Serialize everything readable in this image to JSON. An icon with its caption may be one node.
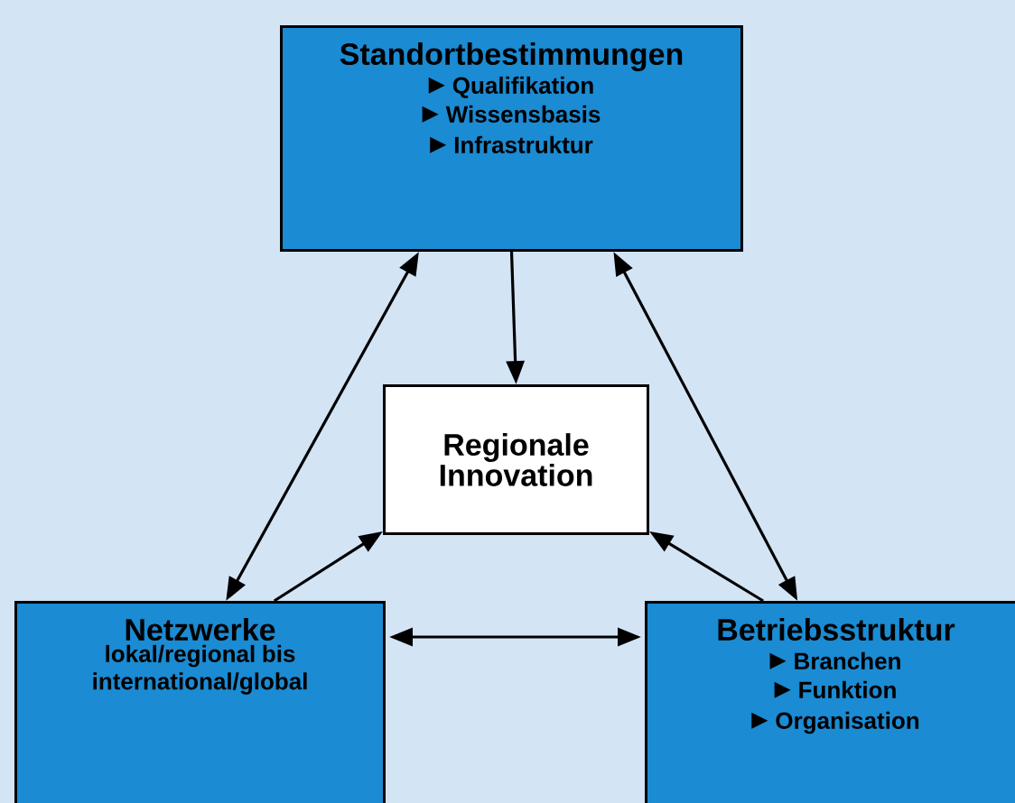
{
  "diagram": {
    "nodes": [
      {
        "text": [
          "Standortbestimmungen",
          "Qualifikation",
          "Wissensbasis",
          "Infrastruktur"
        ]
      },
      {
        "text": [
          "Regionale Innovation"
        ]
      },
      {
        "text": [
          "Netzwerke",
          "lokal/regional bis international/global"
        ]
      },
      {
        "text": [
          "Betriebsstruktur",
          "Branchen",
          "Funktion",
          "Organisation"
        ]
      }
    ],
    "edges": [
      {
        "from": 0,
        "to": 1,
        "arrow": "to"
      },
      {
        "from": 0,
        "to": 2,
        "arrow": "both"
      },
      {
        "from": 0,
        "to": 3,
        "arrow": "both"
      },
      {
        "from": 2,
        "to": 1,
        "arrow": "to"
      },
      {
        "from": 3,
        "to": 1,
        "arrow": "to"
      },
      {
        "from": 2,
        "to": 3,
        "arrow": "both"
      }
    ]
  }
}
